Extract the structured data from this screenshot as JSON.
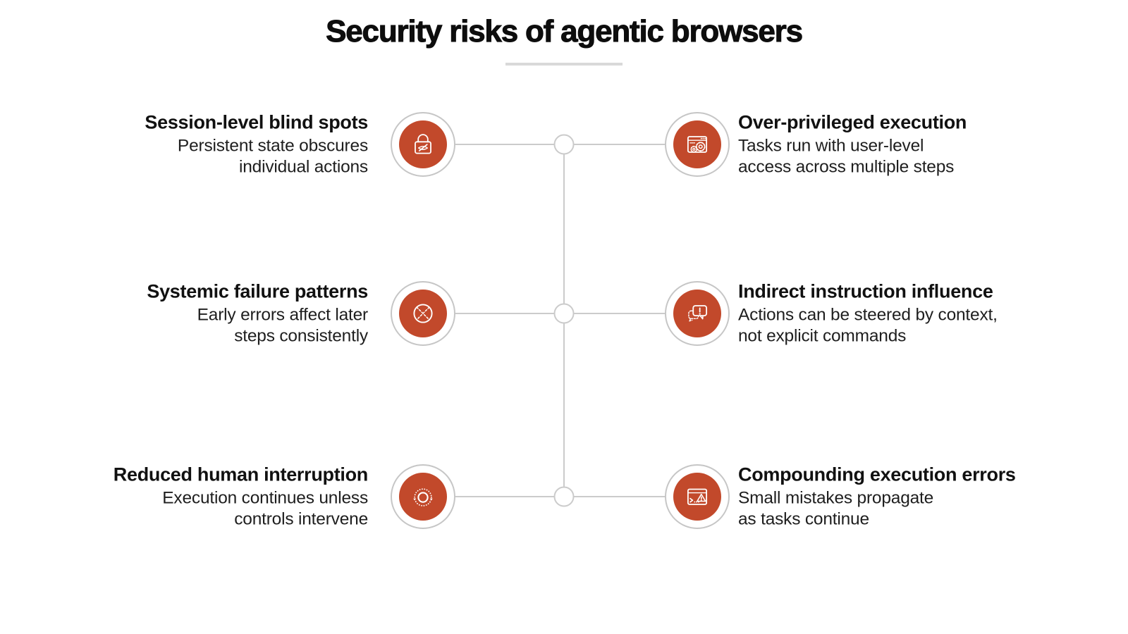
{
  "title": "Security risks of agentic browsers",
  "colors": {
    "accent": "#c2492b",
    "ring": "#c6c6c6",
    "line": "#cbcbcb",
    "heading": "#111111",
    "body": "#1e1e1e"
  },
  "rows": [
    {
      "left": {
        "heading": "Session-level blind spots",
        "line1": "Persistent state obscures",
        "line2": "individual actions",
        "icon": "lock-hidden-eye-icon"
      },
      "right": {
        "heading": "Over-privileged execution",
        "line1": "Tasks run with user-level",
        "line2": "access across multiple steps",
        "icon": "browser-gears-icon"
      }
    },
    {
      "left": {
        "heading": "Systemic failure patterns",
        "line1": "Early errors affect later",
        "line2": "steps consistently",
        "icon": "crossed-dashed-circle-icon"
      },
      "right": {
        "heading": "Indirect instruction influence",
        "line1": "Actions can be steered by context,",
        "line2": "not explicit commands",
        "icon": "speech-warning-icon"
      }
    },
    {
      "left": {
        "heading": "Reduced human interruption",
        "line1": "Execution continues unless",
        "line2": "controls intervene",
        "icon": "rotation-loop-icon"
      },
      "right": {
        "heading": "Compounding execution errors",
        "line1": "Small mistakes propagate",
        "line2": "as tasks continue",
        "icon": "terminal-warning-icon"
      }
    }
  ]
}
